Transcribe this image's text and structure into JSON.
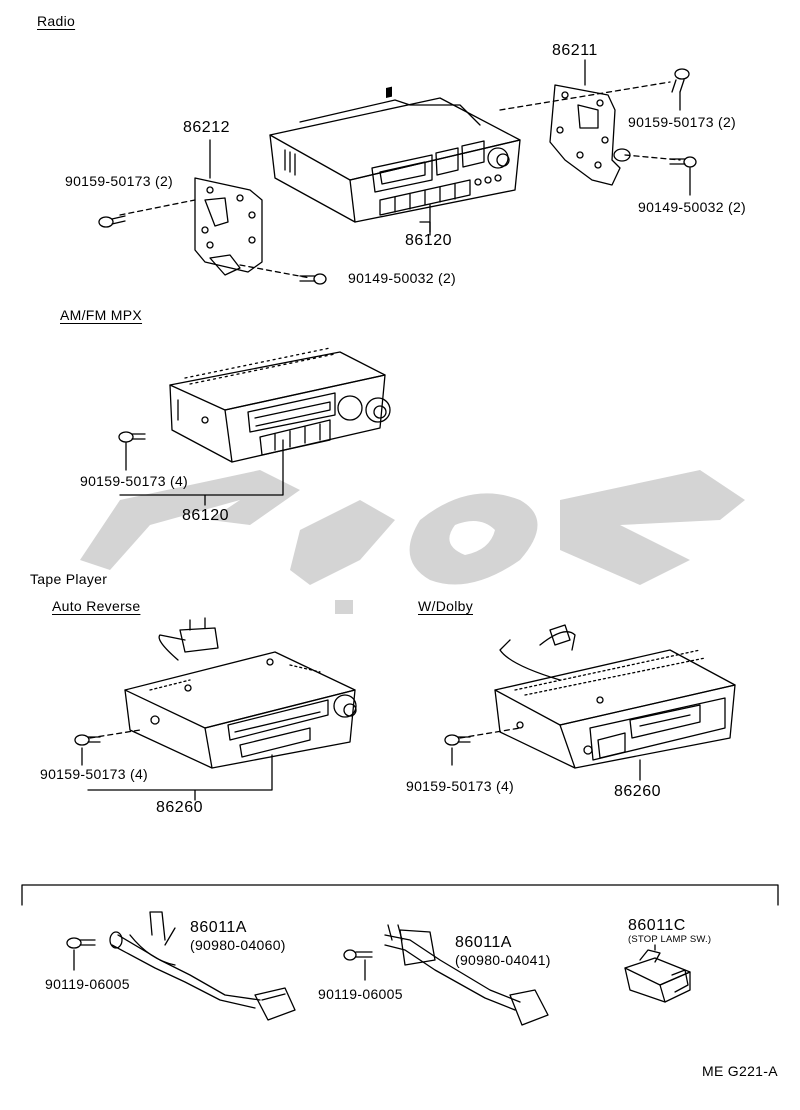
{
  "sections": {
    "radio": "Radio",
    "amfm": "AM/FM MPX",
    "tape_player": "Tape Player",
    "auto_reverse": "Auto Reverse",
    "w_dolby": "W/Dolby"
  },
  "parts": {
    "radio_bracket_right": "86211",
    "radio_bracket_left": "86212",
    "radio_unit": "86120",
    "radio_screw_left": "90159-50173 (2)",
    "radio_screw_left_bottom": "90149-50032 (2)",
    "radio_screw_right_top": "90159-50173 (2)",
    "radio_screw_right_bottom": "90149-50032 (2)",
    "amfm_screw": "90159-50173 (4)",
    "amfm_unit": "86120",
    "ar_screw": "90159-50173 (4)",
    "ar_unit": "86260",
    "dolby_screw": "90159-50173 (4)",
    "dolby_unit": "86260",
    "wire1_part": "86011A",
    "wire1_sub": "(90980-04060)",
    "wire1_screw": "90119-06005",
    "wire2_part": "86011A",
    "wire2_sub": "(90980-04041)",
    "wire2_screw": "90119-06005",
    "switch_part": "86011C",
    "switch_note": "(STOP LAMP SW.)"
  },
  "diagram_code": "ME G221-A",
  "watermark_color": "#d4d4d4"
}
